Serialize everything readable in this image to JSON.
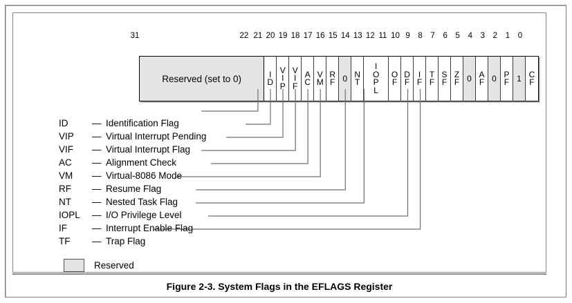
{
  "figure": {
    "caption": "Figure 2-3.  System Flags in the EFLAGS Register",
    "register_name": "EFLAGS"
  },
  "bit_ruler": {
    "labels": [
      "31",
      "22",
      "21",
      "20",
      "19",
      "18",
      "17",
      "16",
      "15",
      "14",
      "13",
      "12",
      "11",
      "10",
      "9",
      "8",
      "7",
      "6",
      "5",
      "4",
      "3",
      "2",
      "1",
      "0"
    ]
  },
  "register": {
    "reserved_block_label": "Reserved (set to 0)",
    "cells": [
      {
        "label": "ID",
        "bits": "21",
        "shaded": false,
        "orientation": "vertical"
      },
      {
        "label": "VIP",
        "bits": "20",
        "shaded": false,
        "orientation": "vertical"
      },
      {
        "label": "VIF",
        "bits": "19",
        "shaded": false,
        "orientation": "vertical"
      },
      {
        "label": "AC",
        "bits": "18",
        "shaded": false,
        "orientation": "vertical"
      },
      {
        "label": "VM",
        "bits": "17",
        "shaded": false,
        "orientation": "vertical"
      },
      {
        "label": "RF",
        "bits": "16",
        "shaded": false,
        "orientation": "vertical"
      },
      {
        "label": "0",
        "bits": "15",
        "shaded": true,
        "orientation": "flat"
      },
      {
        "label": "NT",
        "bits": "14",
        "shaded": false,
        "orientation": "vertical"
      },
      {
        "label": "IOPL",
        "bits": "13-12",
        "shaded": false,
        "orientation": "vertical"
      },
      {
        "label": "OF",
        "bits": "11",
        "shaded": false,
        "orientation": "vertical"
      },
      {
        "label": "DF",
        "bits": "10",
        "shaded": false,
        "orientation": "vertical"
      },
      {
        "label": "IF",
        "bits": "9",
        "shaded": false,
        "orientation": "vertical"
      },
      {
        "label": "TF",
        "bits": "8",
        "shaded": false,
        "orientation": "vertical"
      },
      {
        "label": "SF",
        "bits": "7",
        "shaded": false,
        "orientation": "vertical"
      },
      {
        "label": "ZF",
        "bits": "6",
        "shaded": false,
        "orientation": "vertical"
      },
      {
        "label": "0",
        "bits": "5",
        "shaded": true,
        "orientation": "flat"
      },
      {
        "label": "AF",
        "bits": "4",
        "shaded": false,
        "orientation": "vertical"
      },
      {
        "label": "0",
        "bits": "3",
        "shaded": true,
        "orientation": "flat"
      },
      {
        "label": "PF",
        "bits": "2",
        "shaded": false,
        "orientation": "vertical"
      },
      {
        "label": "1",
        "bits": "1",
        "shaded": true,
        "orientation": "flat"
      },
      {
        "label": "CF",
        "bits": "0",
        "shaded": false,
        "orientation": "vertical"
      }
    ]
  },
  "legend": {
    "dash": "—",
    "rows": [
      {
        "abbr": "ID",
        "desc": "Identification Flag"
      },
      {
        "abbr": "VIP",
        "desc": "Virtual Interrupt Pending"
      },
      {
        "abbr": "VIF",
        "desc": "Virtual Interrupt Flag"
      },
      {
        "abbr": "AC",
        "desc": "Alignment Check"
      },
      {
        "abbr": "VM",
        "desc": "Virtual-8086 Mode"
      },
      {
        "abbr": "RF",
        "desc": "Resume Flag"
      },
      {
        "abbr": "NT",
        "desc": "Nested Task Flag"
      },
      {
        "abbr": "IOPL",
        "desc": "I/O Privilege Level"
      },
      {
        "abbr": "IF",
        "desc": "Interrupt Enable Flag"
      },
      {
        "abbr": "TF",
        "desc": "Trap Flag"
      }
    ]
  },
  "key": {
    "reserved_label": "Reserved",
    "reserved_color": "#e4e4e4"
  },
  "colors": {
    "shaded_cell": "#e4e4e4",
    "border": "#000000",
    "leader_line": "#6e6e6e",
    "frame": "#8a8a8a"
  }
}
